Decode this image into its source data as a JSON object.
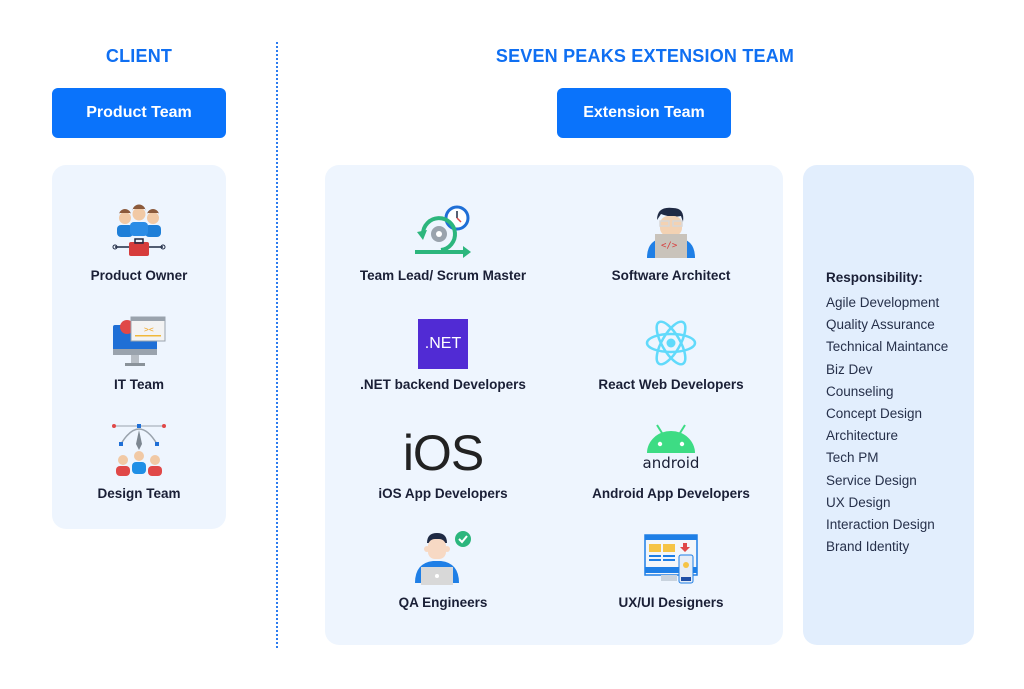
{
  "client": {
    "heading": "CLIENT",
    "button": "Product Team",
    "roles": [
      {
        "label": "Product Owner",
        "icon": "team-toolbox-icon"
      },
      {
        "label": "IT Team",
        "icon": "monitor-code-icon"
      },
      {
        "label": "Design Team",
        "icon": "bezier-design-team-icon"
      }
    ]
  },
  "extension": {
    "heading": "SEVEN PEAKS EXTENSION TEAM",
    "button": "Extension Team",
    "roles": [
      {
        "label": "Team Lead/ Scrum Master",
        "icon": "scrum-cycle-icon"
      },
      {
        "label": "Software Architect",
        "icon": "developer-laptop-icon"
      },
      {
        "label": ".NET backend Developers",
        "icon": "dotnet-logo-icon",
        "logo_text": ".NET"
      },
      {
        "label": "React Web Developers",
        "icon": "react-logo-icon"
      },
      {
        "label": "iOS App Developers",
        "icon": "ios-logo-icon",
        "logo_text": "iOS"
      },
      {
        "label": "Android App Developers",
        "icon": "android-logo-icon",
        "logo_text": "android"
      },
      {
        "label": "QA Engineers",
        "icon": "qa-engineer-check-icon"
      },
      {
        "label": "UX/UI Designers",
        "icon": "ui-design-screen-icon"
      }
    ]
  },
  "responsibility": {
    "title": "Responsibility:",
    "items": [
      "Agile Development",
      "Quality Assurance",
      "Technical Maintance",
      "Biz Dev",
      "Counseling",
      "Concept Design",
      "Architecture",
      "Tech PM",
      "Service Design",
      "UX Design",
      "Interaction Design",
      "Brand Identity"
    ]
  },
  "colors": {
    "accent": "#0a73fb",
    "heading": "#0f6ff2",
    "panel": "#eef5fe",
    "panel_resp": "#e2eefd",
    "dotnet": "#512bd4",
    "react": "#61dafb",
    "android": "#3ddc84"
  }
}
